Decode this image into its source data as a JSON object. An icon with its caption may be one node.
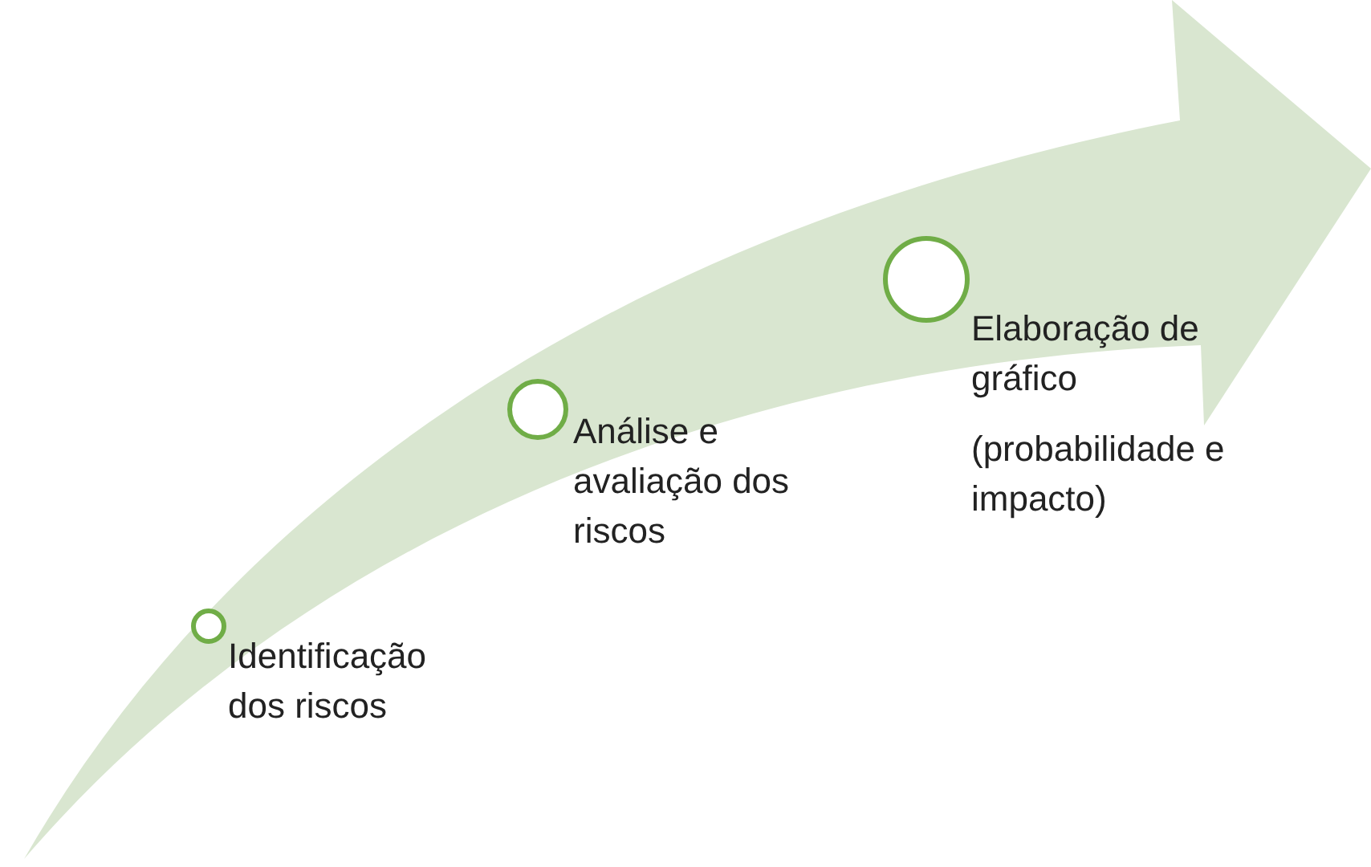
{
  "diagram": {
    "nodes": [
      {
        "text": [],
        "shape": "circle",
        "beside": [
          "Identificação dos riscos"
        ]
      },
      {
        "text": [],
        "shape": "circle",
        "beside": [
          "Análise e avaliação dos riscos"
        ]
      },
      {
        "text": [],
        "shape": "circle",
        "beside": [
          "Elaboração de gráfico",
          "(probabilidade e impacto)"
        ]
      }
    ],
    "edges": []
  }
}
